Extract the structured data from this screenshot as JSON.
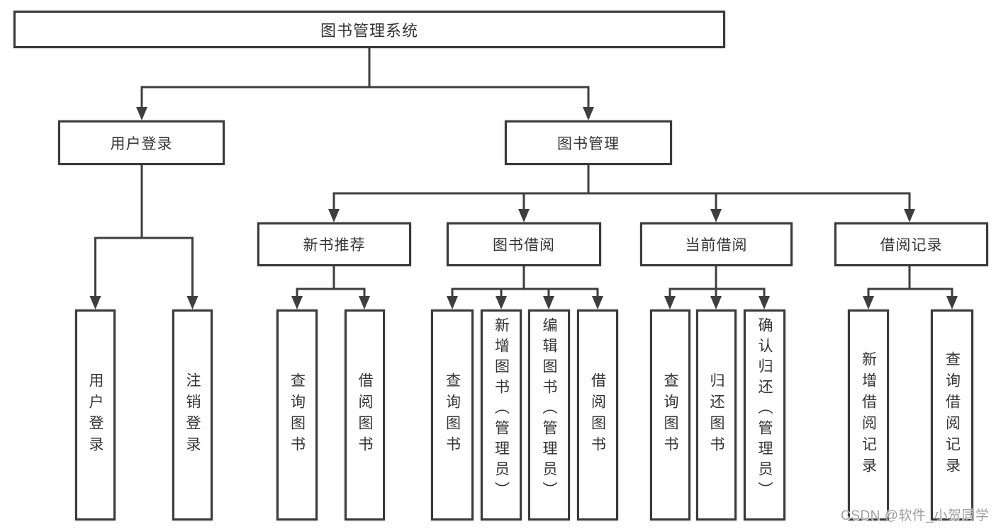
{
  "tree": {
    "label": "图书管理系统",
    "children": [
      {
        "label": "用户登录",
        "children": [
          {
            "label": "用户登录"
          },
          {
            "label": "注销登录"
          }
        ]
      },
      {
        "label": "图书管理",
        "children": [
          {
            "label": "新书推荐",
            "children": [
              {
                "label": "查询图书"
              },
              {
                "label": "借阅图书"
              }
            ]
          },
          {
            "label": "图书借阅",
            "children": [
              {
                "label": "查询图书"
              },
              {
                "label": "新增图书（管理员）"
              },
              {
                "label": "编辑图书（管理员）"
              },
              {
                "label": "借阅图书"
              }
            ]
          },
          {
            "label": "当前借阅",
            "children": [
              {
                "label": "查询图书"
              },
              {
                "label": "归还图书"
              },
              {
                "label": "确认归还（管理员）"
              }
            ]
          },
          {
            "label": "借阅记录",
            "children": [
              {
                "label": "新增借阅记录"
              },
              {
                "label": "查询借阅记录"
              }
            ]
          }
        ]
      }
    ]
  },
  "watermark": {
    "text": "CSDN @软件_小贺同学"
  },
  "colors": {
    "line": "#3e3e3e",
    "box_border": "#3a3a3a",
    "text": "#333333",
    "watermark": "#9e9e9e",
    "background": "#ffffff"
  }
}
